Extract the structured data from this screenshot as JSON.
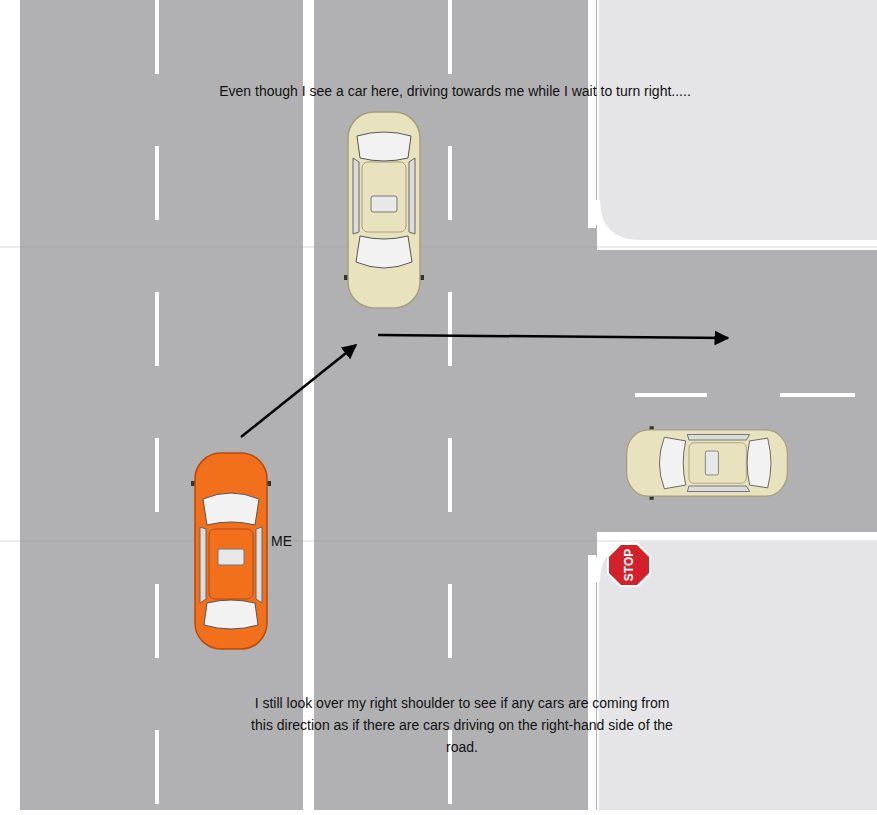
{
  "diagram": {
    "labels": [
      "Even though I see a car here, driving towards me while I wait to turn right.....",
      "ME",
      "I still look over my right shoulder to see if any cars are coming from this direction as if there are cars driving on the right-hand side of the road.",
      "STOP"
    ]
  }
}
